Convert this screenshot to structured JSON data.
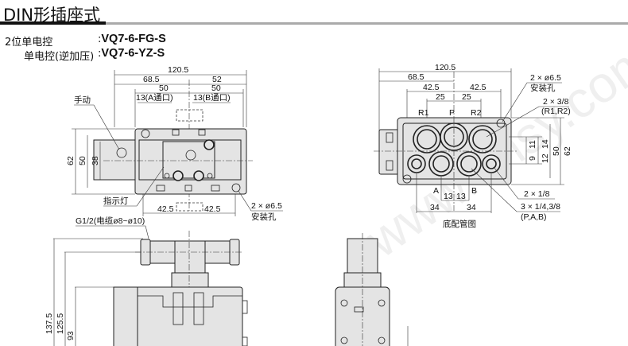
{
  "header": {
    "title": "DIN形插座式"
  },
  "models": [
    {
      "label": "2位单电控",
      "code": "VQ7-6-FG-S"
    },
    {
      "label": "单电控(逆加压)",
      "code": "VQ7-6-YZ-S"
    }
  ],
  "top_view": {
    "dims": {
      "overall": "120.5",
      "left": "68.5",
      "right": "52",
      "half_left": "50",
      "half_right": "50",
      "port_a": "13(A通口)",
      "port_b": "13(B通口)",
      "h62": "62",
      "h50": "50",
      "h38": "38",
      "bottom_left": "42.5",
      "bottom_right": "42.5"
    },
    "labels": {
      "manual": "手动",
      "indicator": "指示灯",
      "mount_hole_size": "2 × ø6.5",
      "mount_hole": "安装孔",
      "cable": "G1/2(电缆ø8~ø10)"
    }
  },
  "front_view": {
    "dims": {
      "h137_5": "137.5",
      "h125_5": "125.5",
      "h93": "93"
    }
  },
  "base_view": {
    "caption": "底配管图",
    "dims": {
      "overall": "120.5",
      "left": "68.5",
      "p1": "42.5",
      "p2": "42.5",
      "r1": "25",
      "r2": "25",
      "h62": "62",
      "h50": "50",
      "h14": "14",
      "h12": "12",
      "h11": "11",
      "h9": "9",
      "a13": "13",
      "b13": "13",
      "a34": "34",
      "b34": "34"
    },
    "ports": {
      "r1": "R1",
      "p": "P",
      "r2": "R2",
      "a": "A",
      "b": "B"
    },
    "callouts": {
      "hole": "2 × ø6.5",
      "hole_label": "安装孔",
      "exhaust": "2 × 3/8",
      "exhaust_ports": "(R1,R2)",
      "pilot": "2 × 1/8",
      "main": "3 × 1/4,3/8",
      "main_ports": "(P,A,B)"
    }
  },
  "watermark": "www.ehsy.com"
}
